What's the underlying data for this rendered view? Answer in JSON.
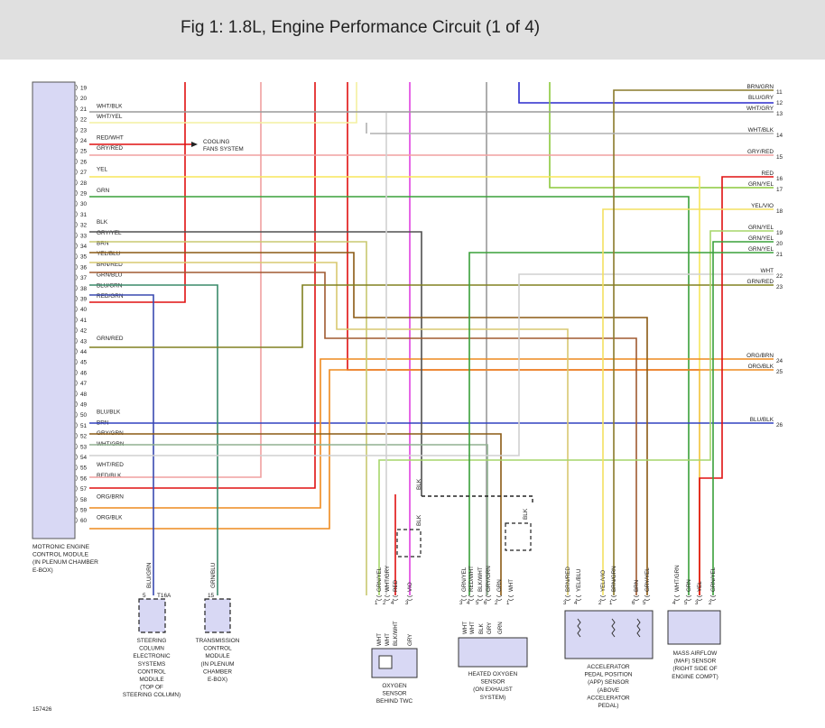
{
  "header": {
    "title": "Fig 1: 1.8L, Engine Performance Circuit (1 of 4)"
  },
  "figure_id": "157426",
  "ecm": {
    "label_lines": [
      "MOTRONIC ENGINE",
      "CONTROL MODULE",
      "(IN PLENUM CHAMBER",
      "E-BOX)"
    ],
    "pins": [
      {
        "n": "19",
        "label": ""
      },
      {
        "n": "20",
        "label": ""
      },
      {
        "n": "21",
        "label": "WHT/BLK"
      },
      {
        "n": "22",
        "label": "WHT/YEL"
      },
      {
        "n": "23",
        "label": ""
      },
      {
        "n": "24",
        "label": "RED/WHT"
      },
      {
        "n": "25",
        "label": "GRY/RED"
      },
      {
        "n": "26",
        "label": ""
      },
      {
        "n": "27",
        "label": "YEL"
      },
      {
        "n": "28",
        "label": ""
      },
      {
        "n": "29",
        "label": "GRN"
      },
      {
        "n": "30",
        "label": ""
      },
      {
        "n": "31",
        "label": ""
      },
      {
        "n": "32",
        "label": "BLK"
      },
      {
        "n": "33",
        "label": "GRY/YEL"
      },
      {
        "n": "34",
        "label": "BRN"
      },
      {
        "n": "35",
        "label": "YEL/BLU"
      },
      {
        "n": "36",
        "label": "BRN/RED"
      },
      {
        "n": "37",
        "label": "GRN/BLU"
      },
      {
        "n": "38",
        "label": "BLU/GRN"
      },
      {
        "n": "39",
        "label": "RED/GRN"
      },
      {
        "n": "40",
        "label": ""
      },
      {
        "n": "41",
        "label": ""
      },
      {
        "n": "42",
        "label": ""
      },
      {
        "n": "43",
        "label": "GRN/RED"
      },
      {
        "n": "44",
        "label": ""
      },
      {
        "n": "45",
        "label": ""
      },
      {
        "n": "46",
        "label": ""
      },
      {
        "n": "47",
        "label": ""
      },
      {
        "n": "48",
        "label": ""
      },
      {
        "n": "49",
        "label": ""
      },
      {
        "n": "50",
        "label": "BLU/BLK"
      },
      {
        "n": "51",
        "label": "BRN"
      },
      {
        "n": "52",
        "label": "GRY/GRN"
      },
      {
        "n": "53",
        "label": "WHT/GRN"
      },
      {
        "n": "54",
        "label": ""
      },
      {
        "n": "55",
        "label": "WHT/RED"
      },
      {
        "n": "56",
        "label": "RED/BLK"
      },
      {
        "n": "57",
        "label": ""
      },
      {
        "n": "58",
        "label": "ORG/BRN"
      },
      {
        "n": "59",
        "label": ""
      },
      {
        "n": "60",
        "label": "ORG/BLK"
      }
    ]
  },
  "cooling_fans_lines": [
    "COOLING",
    "FANS SYSTEM"
  ],
  "right_connections": [
    {
      "n": "11",
      "label": "BRN/GRN"
    },
    {
      "n": "12",
      "label": "BLU/GRY"
    },
    {
      "n": "13",
      "label": "WHT/GRY"
    },
    {
      "n": "14",
      "label": "WHT/BLK"
    },
    {
      "n": "15",
      "label": "GRY/RED"
    },
    {
      "n": "16",
      "label": "RED"
    },
    {
      "n": "17",
      "label": "GRN/YEL"
    },
    {
      "n": "18",
      "label": "YEL/VIO"
    },
    {
      "n": "19",
      "label": "GRN/YEL"
    },
    {
      "n": "20",
      "label": "GRN/YEL"
    },
    {
      "n": "21",
      "label": "GRN/YEL"
    },
    {
      "n": "22",
      "label": "WHT"
    },
    {
      "n": "23",
      "label": "GRN/RED"
    },
    {
      "n": "24",
      "label": "ORG/BRN"
    },
    {
      "n": "25",
      "label": "ORG/BLK"
    },
    {
      "n": "26",
      "label": "BLU/BLK"
    }
  ],
  "steering": {
    "wire_label": "BLU/GRN",
    "connector": "T16A",
    "pin": "5",
    "label_lines": [
      "STEERING",
      "COLUMN",
      "ELECTRONIC",
      "SYSTEMS",
      "CONTROL",
      "MODULE",
      "(TOP OF",
      "STEERING COLUMN)"
    ]
  },
  "transmission": {
    "wire_label": "GRN/BLU",
    "pin": "15",
    "label_lines": [
      "TRANSMISSION",
      "CONTROL",
      "MODULE",
      "(IN PLENUM",
      "CHAMBER",
      "E-BOX)"
    ]
  },
  "ground_labels": [
    "BLK",
    "BLK",
    "BLK"
  ],
  "oxygen_sensor": {
    "wires": [
      {
        "pin": "1",
        "label": "GRN/YEL"
      },
      {
        "pin": "2",
        "label": "WHT/GRY"
      },
      {
        "pin": "4",
        "label": "RED"
      },
      {
        "pin": "3",
        "label": "VIO"
      }
    ],
    "inner": [
      "WHT",
      "WHT",
      "BLK/WHT",
      "GRY"
    ],
    "label_lines": [
      "OXYGEN",
      "SENSOR",
      "BEHIND TWC"
    ]
  },
  "heated_oxygen_sensor": {
    "wires": [
      {
        "pin": "3",
        "label": "GRN/YEL"
      },
      {
        "pin": "4",
        "label": "RED/WHT"
      },
      {
        "pin": "5",
        "label": "BLK/WHT"
      },
      {
        "pin": "6",
        "label": "GRY/GRN"
      },
      {
        "pin": "2",
        "label": "GRN"
      },
      {
        "pin": "1",
        "label": "WHT"
      }
    ],
    "inner": [
      "WHT",
      "WHT",
      "BLK",
      "GRY",
      "GRN"
    ],
    "label_lines": [
      "HEATED OXYGEN",
      "SENSOR",
      "(ON EXHAUST",
      "SYSTEM)"
    ]
  },
  "app_sensor": {
    "wires": [
      {
        "pin": "3",
        "label": "BRN/RED"
      },
      {
        "pin": "4",
        "label": "YEL/BLU"
      },
      {
        "pin": "2",
        "label": "YEL/VIO"
      },
      {
        "pin": "1",
        "label": "BRN/GRN"
      },
      {
        "pin": "6",
        "label": "BRN"
      },
      {
        "pin": "5",
        "label": "GRY/YEL"
      }
    ],
    "label_lines": [
      "ACCELERATOR",
      "PEDAL POSITION",
      "(APP) SENSOR",
      "(ABOVE",
      "ACCELERATOR",
      "PEDAL)"
    ]
  },
  "maf_sensor": {
    "wires": [
      {
        "pin": "4",
        "label": "WHT/GRN"
      },
      {
        "pin": "5",
        "label": "GRN"
      },
      {
        "pin": "3",
        "label": "YEL"
      },
      {
        "pin": "2",
        "label": "GRN/YEL"
      }
    ],
    "label_lines": [
      "MASS AIRFLOW",
      "(MAF) SENSOR",
      "(RIGHT SIDE OF",
      "ENGINE COMPT)"
    ]
  },
  "colors": {
    "WHT": "#d0d0d0",
    "BLK": "#505050",
    "RED": "#e01010",
    "YEL": "#f5e23b",
    "GRN": "#3aa03a",
    "GRY": "#9a9a9a",
    "BRN": "#8b5a14",
    "BLU": "#2a2acc",
    "ORG": "#ee8a1e",
    "VIO": "#e040e0",
    "PNK": "#f0a0a0",
    "OLV": "#808020",
    "TEAL": "#3a8a6a",
    "LGRN": "#a6d66a",
    "LBLU": "#b8c8e8",
    "LYEL": "#f0f098",
    "ECM": "#d8d8f4"
  }
}
